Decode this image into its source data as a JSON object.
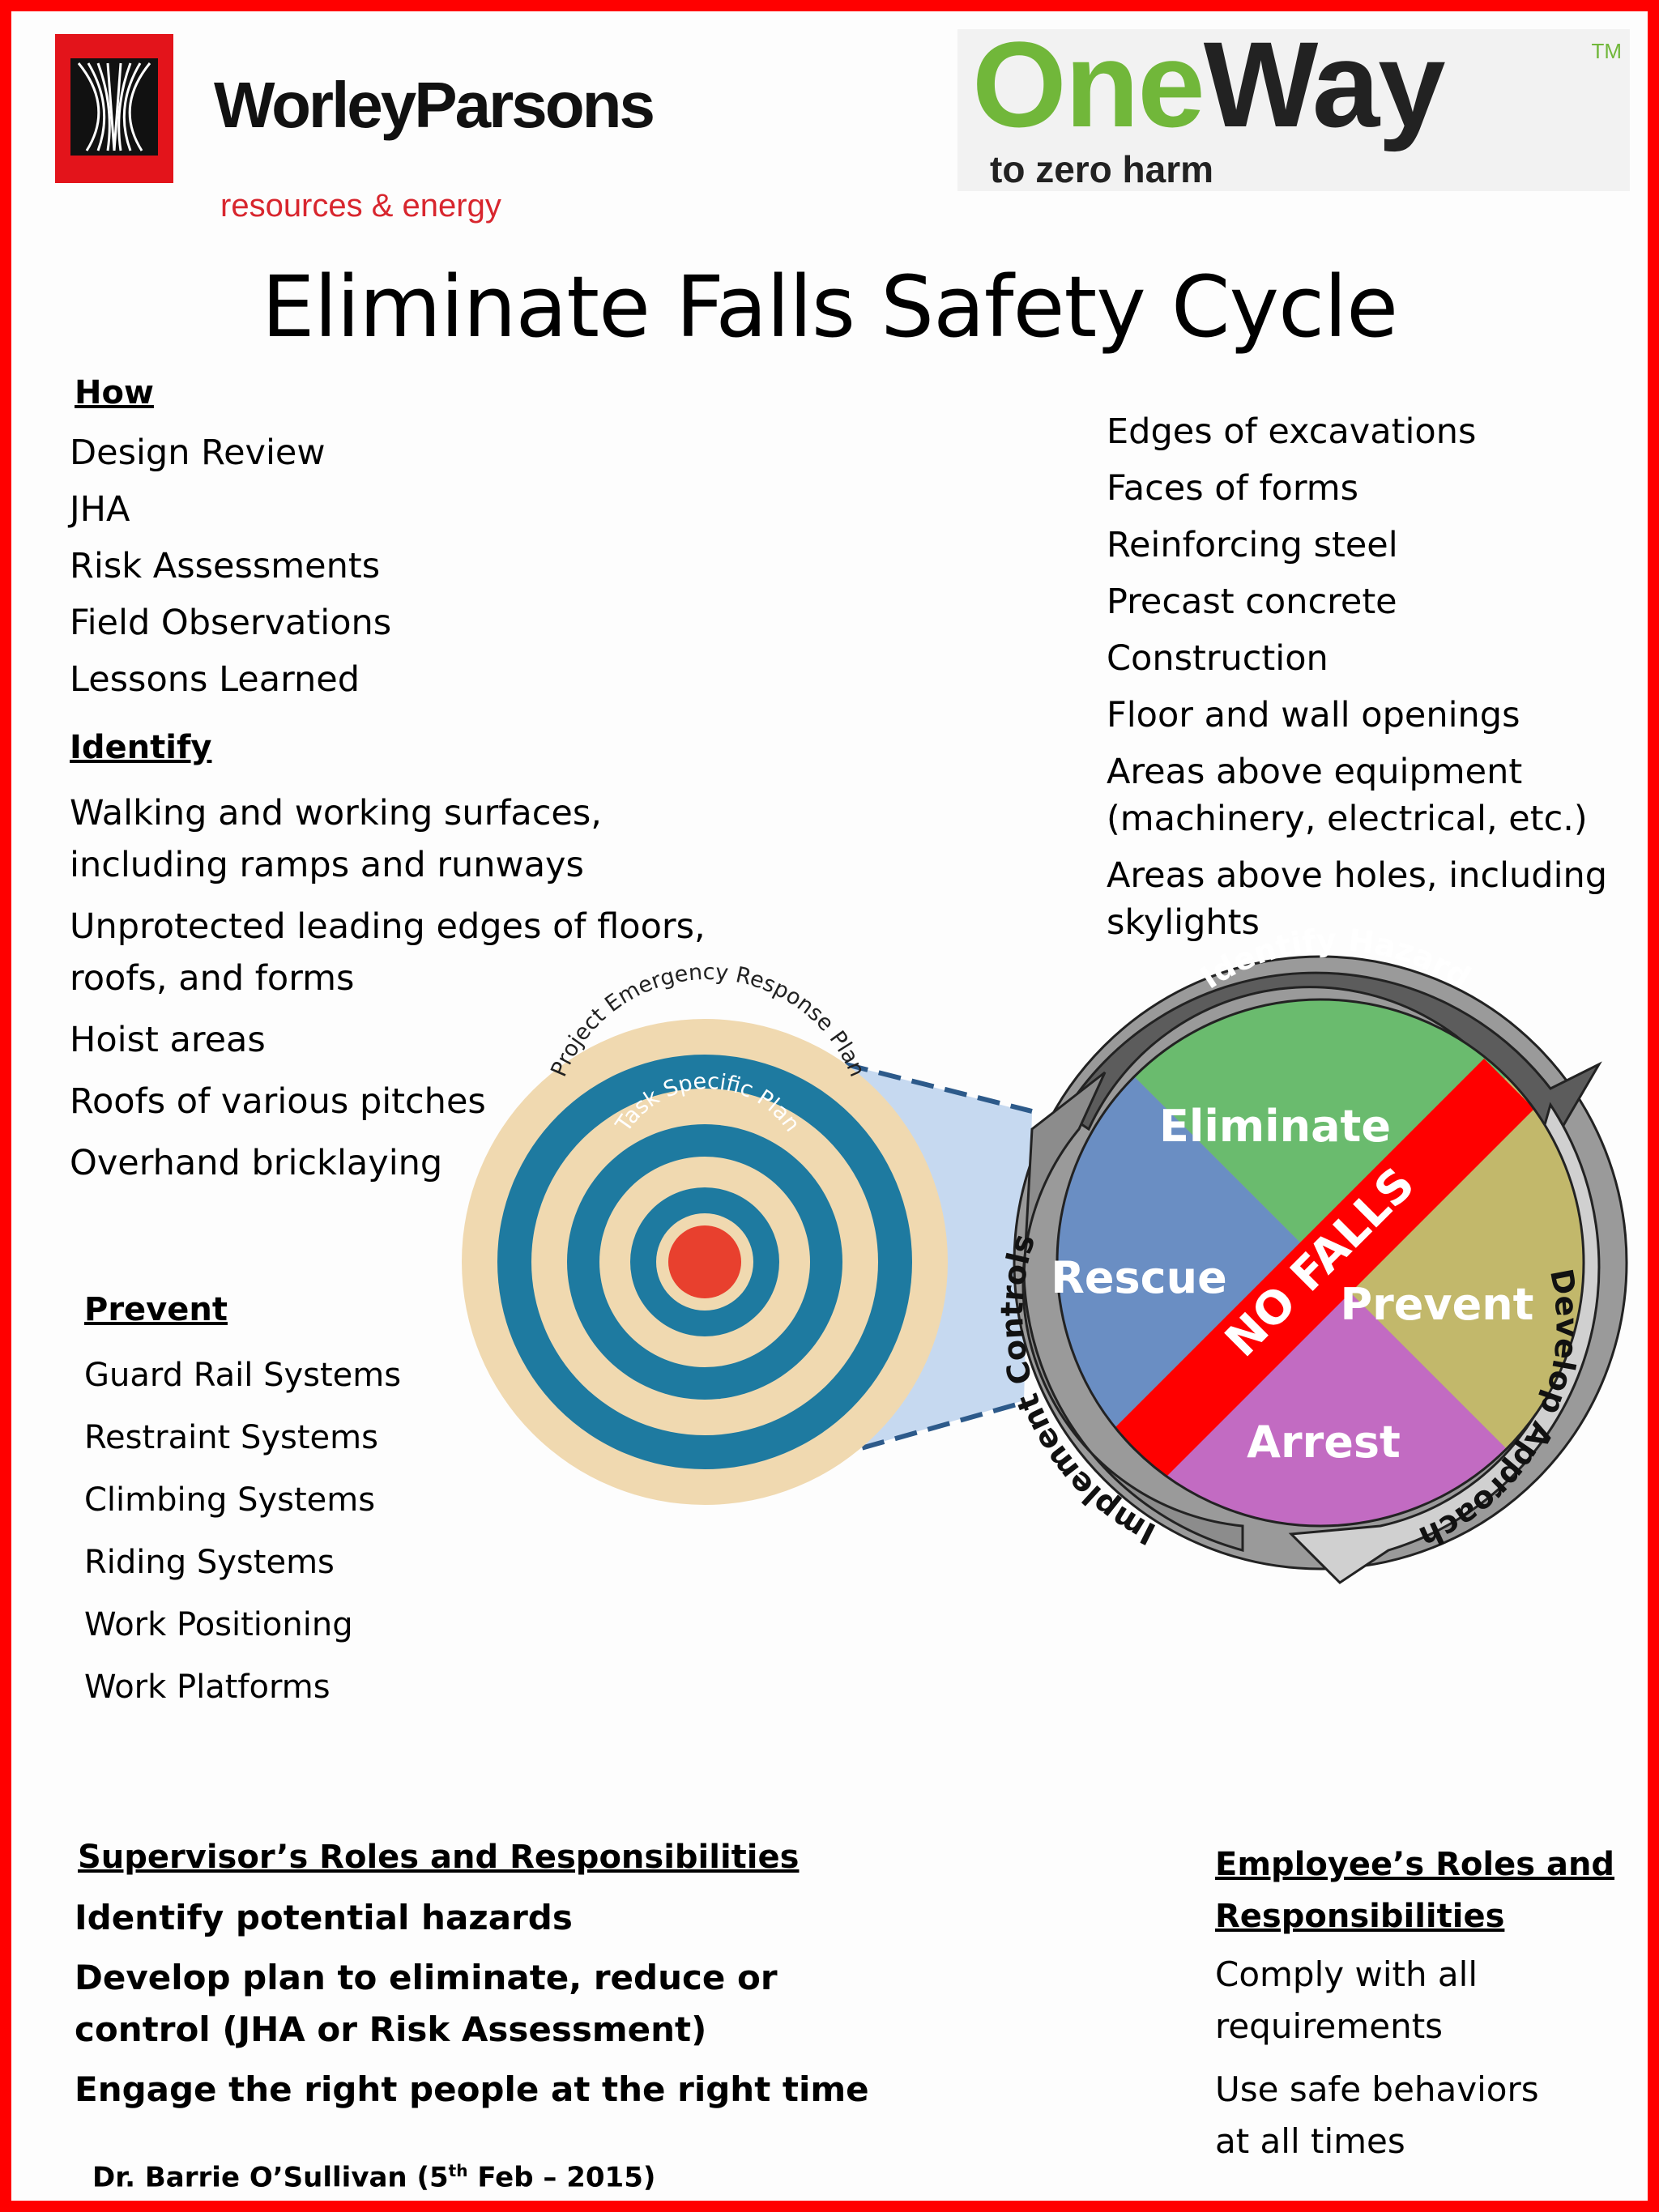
{
  "header": {
    "company_name": "WorleyParsons",
    "company_tagline": "resources & energy",
    "campaign_one": "One",
    "campaign_way": "Way",
    "campaign_trademark": "TM",
    "campaign_tagline": "to zero harm"
  },
  "title": "Eliminate Falls Safety Cycle",
  "how": {
    "heading": "How",
    "items": [
      "Design Review",
      "JHA",
      "Risk Assessments",
      "Field Observations",
      "Lessons Learned"
    ]
  },
  "identify": {
    "heading": "Identify",
    "items": [
      "Walking and working surfaces,\nincluding ramps and runways",
      "Unprotected leading edges of floors,\nroofs, and forms",
      "Hoist areas",
      "Roofs of various pitches",
      "Overhand bricklaying"
    ]
  },
  "identify_more": {
    "items": [
      "Edges of excavations",
      "Faces of forms",
      "Reinforcing steel",
      "Precast concrete",
      "Construction",
      "Floor and wall openings",
      "Areas above equipment\n(machinery, electrical, etc.)",
      "Areas above holes, including\nskylights"
    ]
  },
  "target": {
    "outer_label": "Project Emergency Response Plan",
    "inner_label": "Task Specific Plan"
  },
  "cycle": {
    "top_arc": "Identify Hazard",
    "right_arc": "Develop Approach",
    "left_arc": "Implement Controls",
    "quadrants": {
      "top": "Eliminate",
      "left": "Rescue",
      "right": "Prevent",
      "bottom": "Arrest"
    },
    "center_band": "NO FALLS",
    "colors": {
      "eliminate": "#6abb6e",
      "rescue": "#6a8ec3",
      "prevent": "#c2b86b",
      "arrest": "#c26bc2",
      "band": "#ff0000",
      "ring_dark": "#5c5c5c",
      "ring_light": "#c8c8c8"
    }
  },
  "prevent": {
    "heading": "Prevent",
    "items": [
      "Guard Rail Systems",
      "Restraint Systems",
      "Climbing Systems",
      "Riding Systems",
      "Work Positioning",
      "Work Platforms"
    ]
  },
  "supervisor": {
    "heading": "Supervisor’s Roles and Responsibilities",
    "items": [
      "Identify potential hazards",
      "Develop plan to eliminate, reduce or\ncontrol (JHA or Risk Assessment)",
      "Engage the right people at the right time"
    ]
  },
  "employee": {
    "heading": "Employee’s Roles and\nResponsibilities",
    "items": [
      "Comply with all\nrequirements",
      "Use safe behaviors\nat all times"
    ]
  },
  "footer": {
    "author": "Dr. Barrie O’Sullivan (5",
    "superscript": "th",
    "date": " Feb – 2015)"
  }
}
